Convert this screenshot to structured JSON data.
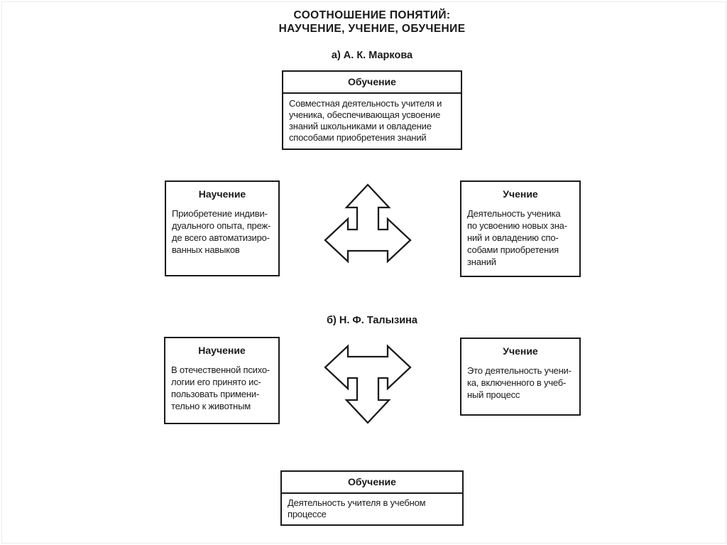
{
  "title": "СООТНОШЕНИЕ ПОНЯТИЙ:\nНАУЧЕНИЕ, УЧЕНИЕ, ОБУЧЕНИЕ",
  "colors": {
    "ink": "#1a1a1a",
    "page": "#ffffff"
  },
  "icons": {
    "section_a_arrow": "three-way-arrow-up-left-right",
    "section_b_arrow": "three-way-arrow-left-right-down"
  },
  "section_a": {
    "label": "а) А. К. Маркова",
    "obuchenie": {
      "header": "Обучение",
      "body": "Совместная деятельность учителя и\nученика, обеспечивающая усвоение\nзнаний школьниками и овладение\nспособами приобретения знаний"
    },
    "nauchenie": {
      "header": "Научение",
      "body": "Приобретение индиви-\nдуального опыта, преж-\nде всего автоматизиро-\nванных навыков"
    },
    "uchenie": {
      "header": "Учение",
      "body": "Деятельность ученика\nпо усвоению новых зна-\nний и овладению спо-\nсобами приобретения\nзнаний"
    }
  },
  "section_b": {
    "label": "б) Н. Ф. Талызина",
    "nauchenie": {
      "header": "Научение",
      "body": "В отечественной психо-\nлогии его принято ис-\nпользовать примени-\nтельно к животным"
    },
    "uchenie": {
      "header": "Учение",
      "body": "Это деятельность учени-\nка, включенного в учеб-\nный процесс"
    },
    "obuchenie": {
      "header": "Обучение",
      "body": "Деятельность учителя в учебном\nпроцессе"
    }
  }
}
